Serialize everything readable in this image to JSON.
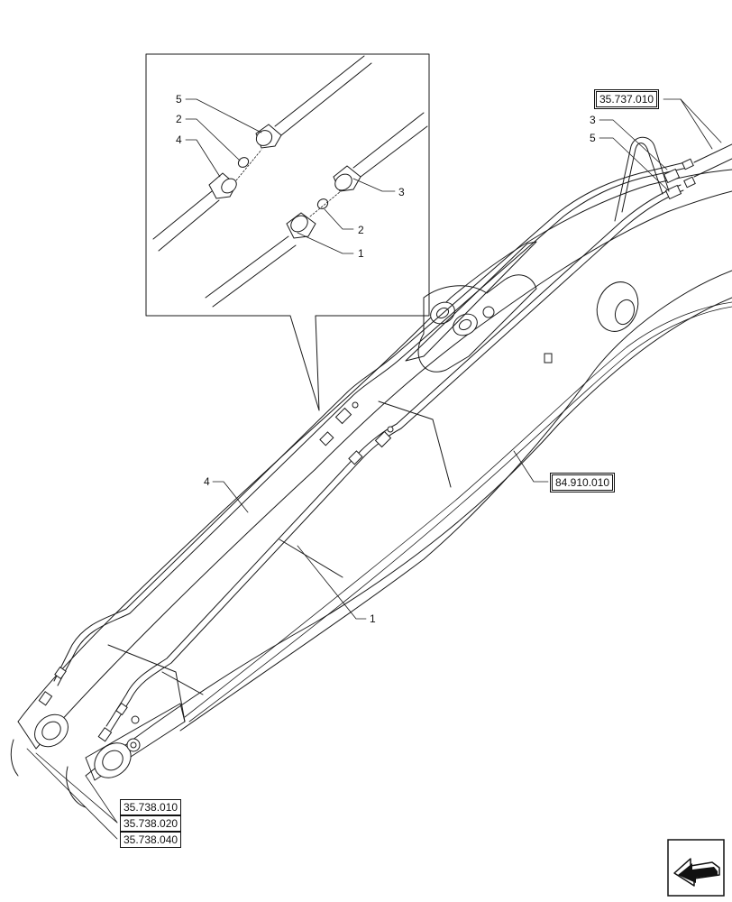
{
  "diagram": {
    "callouts": {
      "detail_5": "5",
      "detail_2a": "2",
      "detail_4": "4",
      "detail_3": "3",
      "detail_2b": "2",
      "detail_1": "1",
      "right_3": "3",
      "right_5": "5",
      "main_4": "4",
      "main_1": "1"
    },
    "references": {
      "top_right": "35.737.010",
      "boom": "84.910.010",
      "bottom_left_1": "35.738.010",
      "bottom_left_2": "35.738.020",
      "bottom_left_3": "35.738.040"
    },
    "icons": {
      "navigation": "previous-page-arrow-icon"
    }
  }
}
